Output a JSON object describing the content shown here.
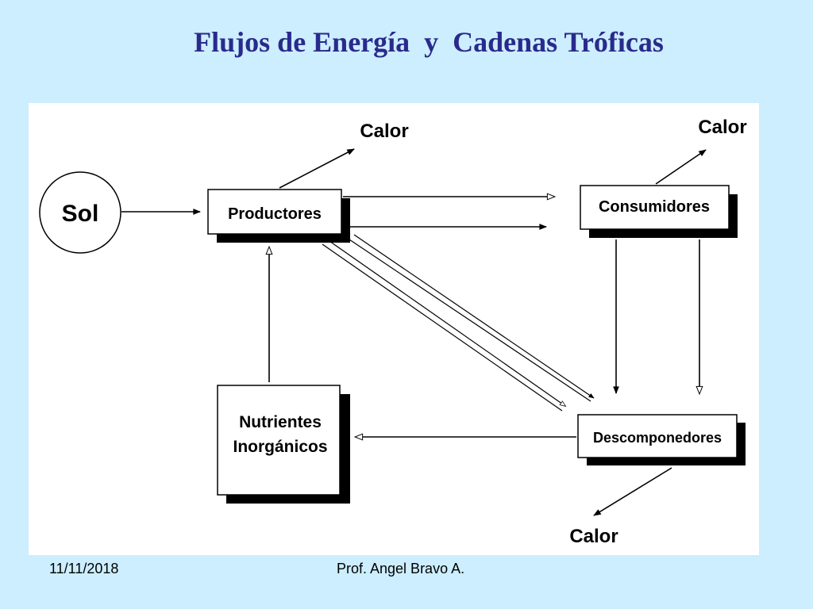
{
  "slide": {
    "title": "Flujos de Energía  y  Cadenas Tróficas",
    "footer_date": "11/11/2018",
    "footer_author": "Prof. Angel Bravo A."
  },
  "diagram": {
    "sol": "Sol",
    "productores": "Productores",
    "consumidores": "Consumidores",
    "descomponedores": "Descomponedores",
    "nutrientes_line1": "Nutrientes",
    "nutrientes_line2": "Inorgánicos",
    "calor_productores": "Calor",
    "calor_consumidores": "Calor",
    "calor_descomponedores": "Calor"
  },
  "colors": {
    "background": "#cceeff",
    "title": "#2a2a8c",
    "panel": "#ffffff",
    "ink": "#000000"
  }
}
